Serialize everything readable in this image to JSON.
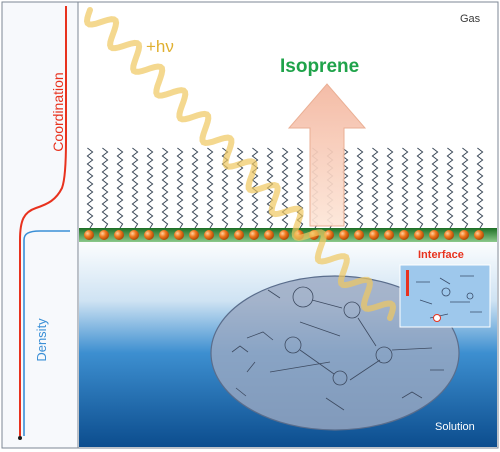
{
  "labels": {
    "gas": "Gas",
    "photon": "+hν",
    "product": "Isoprene",
    "interface": "Interface",
    "solution": "Solution"
  },
  "profile_axes": {
    "upper": "Coordination",
    "lower": "Density"
  },
  "colors": {
    "coordination_curve": "#e8321e",
    "density_curve": "#3a8fd6",
    "product_text": "#1fa34a",
    "interface_text": "#e8321e",
    "photon_text": "#e0b030",
    "wave": "#f0c860",
    "arrow": "#f6c7b0",
    "headgroup": "#f07a1e",
    "film": "#2f8a35"
  },
  "icons": {
    "photon": "sine-wave-icon",
    "upward_flux": "up-arrow-icon",
    "surfactant": "zigzag-chain-icon",
    "headgroup": "orange-sphere-icon"
  }
}
